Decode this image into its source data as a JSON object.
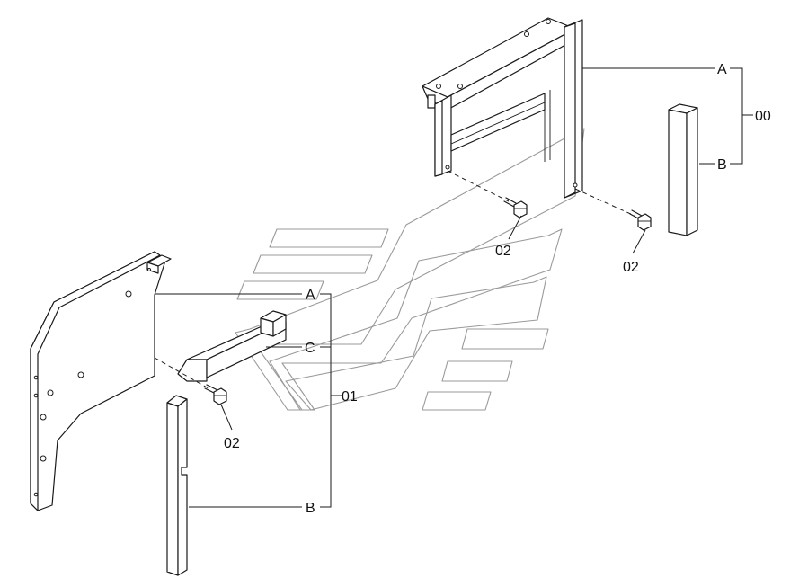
{
  "labels": {
    "right_assembly": {
      "frame_ref": "A",
      "post_ref": "B",
      "assembly_number": "00",
      "bolt_left": "02",
      "bolt_right": "02"
    },
    "left_assembly": {
      "panel_ref": "A",
      "bar_ref": "C",
      "post_ref": "B",
      "assembly_number": "01",
      "bolt": "02"
    }
  },
  "colors": {
    "line": "#1a1a1a",
    "watermark": "#9a9a9a",
    "background": "#ffffff"
  }
}
